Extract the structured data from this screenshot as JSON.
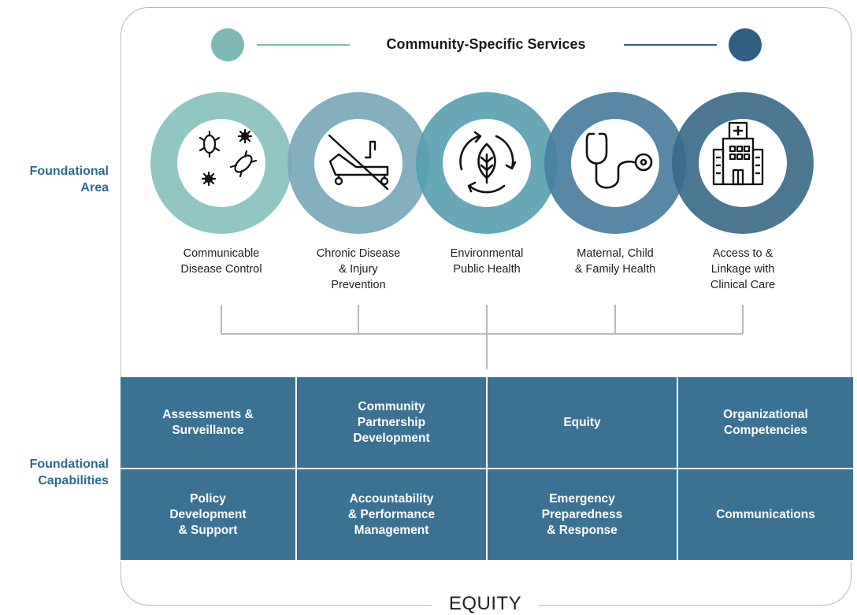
{
  "header": {
    "title": "Community-Specific Services",
    "left_dot_color": "#7fb9b6",
    "right_dot_color": "#2f5f82"
  },
  "side_labels": {
    "area": "Foundational\nArea",
    "capabilities": "Foundational\nCapabilities"
  },
  "foundational_areas": [
    {
      "label": "Communicable\nDisease Control",
      "icon": "germs-icon",
      "ring_color": "#8cc3bf"
    },
    {
      "label": "Chronic Disease\n& Injury\nPrevention",
      "icon": "no-hospital-bed-icon",
      "ring_color": "#79a8b8"
    },
    {
      "label": "Environmental\nPublic Health",
      "icon": "recycle-leaf-icon",
      "ring_color": "#5a9fb0"
    },
    {
      "label": "Maternal, Child\n& Family Health",
      "icon": "stethoscope-icon",
      "ring_color": "#4b7e9f"
    },
    {
      "label": "Access to &\nLinkage with\nClinical Care",
      "icon": "hospital-building-icon",
      "ring_color": "#3d6b8a"
    }
  ],
  "foundational_capabilities": [
    "Assessments &\nSurveillance",
    "Community\nPartnership\nDevelopment",
    "Equity",
    "Organizational\nCompetencies",
    "Policy\nDevelopment\n& Support",
    "Accountability\n& Performance\nManagement",
    "Emergency\nPreparedness\n& Response",
    "Communications"
  ],
  "footer": {
    "label": "EQUITY"
  },
  "colors": {
    "capability_fill": "#3b7294",
    "side_label": "#2d6a8e",
    "connector": "#b9b9b9",
    "frame": "#b9b9b9"
  }
}
